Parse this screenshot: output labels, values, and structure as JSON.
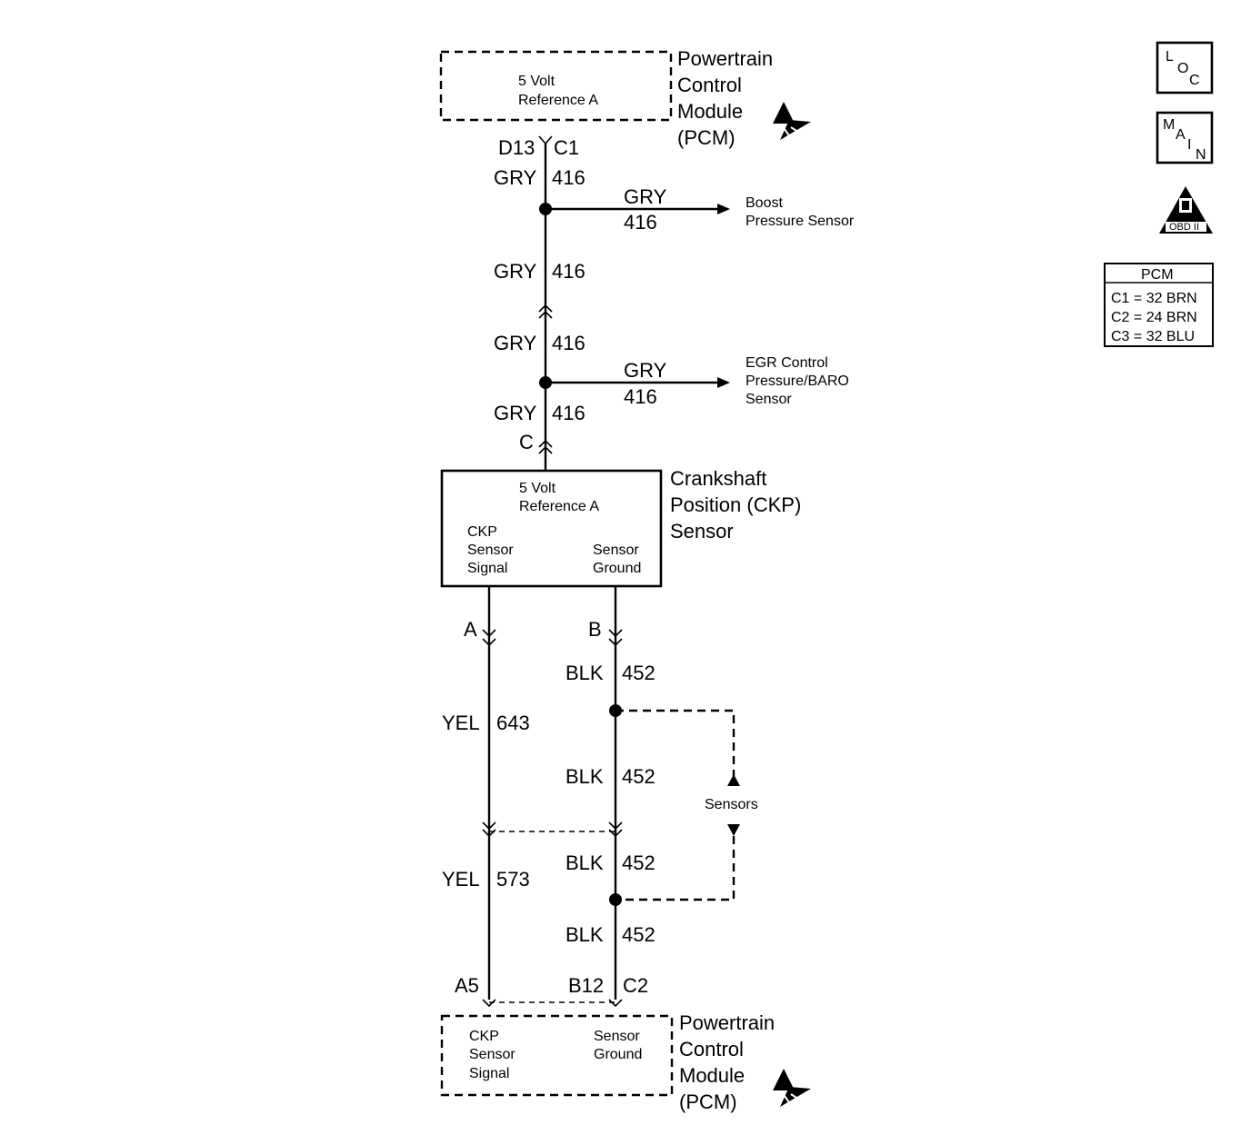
{
  "pcm_top": {
    "label_lines": [
      "5 Volt",
      "Reference A"
    ],
    "title_lines": [
      "Powertrain",
      "Control",
      "Module",
      "(PCM)"
    ]
  },
  "pcm_top_pins": {
    "left": "D13",
    "right": "C1"
  },
  "wire_416": {
    "color": "GRY",
    "circuit": "416"
  },
  "boost_sensor": {
    "lines": [
      "Boost",
      "Pressure Sensor"
    ]
  },
  "egr_sensor": {
    "lines": [
      "EGR Control",
      "Pressure/BARO",
      "Sensor"
    ]
  },
  "ckp_connector_c": "C",
  "ckp_sensor": {
    "ref_lines": [
      "5 Volt",
      "Reference A"
    ],
    "signal_lines": [
      "CKP",
      "Sensor",
      "Signal"
    ],
    "ground_lines": [
      "Sensor",
      "Ground"
    ],
    "title_lines": [
      "Crankshaft",
      "Position (CKP)",
      "Sensor"
    ]
  },
  "pin_a": "A",
  "pin_b": "B",
  "wire_643": {
    "color": "YEL",
    "circuit": "643"
  },
  "wire_573": {
    "color": "YEL",
    "circuit": "573"
  },
  "wire_452": {
    "color": "BLK",
    "circuit": "452"
  },
  "sensors_label": "Sensors",
  "pcm_bottom_pins": {
    "a5": "A5",
    "b12": "B12",
    "c2": "C2"
  },
  "pcm_bottom": {
    "signal_lines": [
      "CKP",
      "Sensor",
      "Signal"
    ],
    "ground_lines": [
      "Sensor",
      "Ground"
    ],
    "title_lines": [
      "Powertrain",
      "Control",
      "Module",
      "(PCM)"
    ]
  },
  "legend": {
    "loc_letters": [
      "L",
      "O",
      "C"
    ],
    "main_letters": [
      "M",
      "A",
      "I",
      "N"
    ],
    "obd_label": "OBD II",
    "pcm_table_title": "PCM",
    "pcm_table_rows": [
      "C1 = 32 BRN",
      "C2 = 24 BRN",
      "C3 = 32 BLU"
    ]
  }
}
